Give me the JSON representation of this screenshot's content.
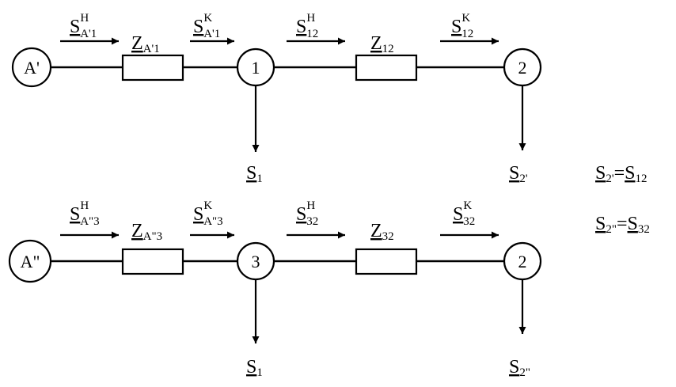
{
  "nodes": {
    "A1": "A'",
    "n1": "1",
    "n2_top": "2",
    "A2": "A\"",
    "n3": "3",
    "n2_bottom": "2"
  },
  "top": {
    "flow_a1_start": {
      "main": "S",
      "sub": "A'1",
      "sup": "H"
    },
    "impedance_a1": {
      "main": "Z",
      "sub": "A'1"
    },
    "flow_a1_end": {
      "main": "S",
      "sub": "A'1",
      "sup": "K"
    },
    "flow_12_start": {
      "main": "S",
      "sub": "12",
      "sup": "H"
    },
    "impedance_12": {
      "main": "Z",
      "sub": "12"
    },
    "flow_12_end": {
      "main": "S",
      "sub": "12",
      "sup": "K"
    },
    "load_1": {
      "main": "S",
      "sub": "1"
    },
    "load_2p": {
      "main": "S",
      "sub": "2'"
    }
  },
  "bottom": {
    "flow_a3_start": {
      "main": "S",
      "sub": "A\"3",
      "sup": "H"
    },
    "impedance_a3": {
      "main": "Z",
      "sub": "A\"3"
    },
    "flow_a3_end": {
      "main": "S",
      "sub": "A\"3",
      "sup": "K"
    },
    "flow_32_start": {
      "main": "S",
      "sub": "32",
      "sup": "H"
    },
    "impedance_32": {
      "main": "Z",
      "sub": "32"
    },
    "flow_32_end": {
      "main": "S",
      "sub": "32",
      "sup": "K"
    },
    "load_1": {
      "main": "S",
      "sub": "1"
    },
    "load_2pp": {
      "main": "S",
      "sub": "2\""
    }
  },
  "equations": {
    "eq1": {
      "lhs_main": "S",
      "lhs_sub": "2'",
      "op": "=",
      "rhs_main": "S",
      "rhs_sub": "12"
    },
    "eq2": {
      "lhs_main": "S",
      "lhs_sub": "2\"",
      "op": "=",
      "rhs_main": "S",
      "rhs_sub": "32"
    }
  }
}
